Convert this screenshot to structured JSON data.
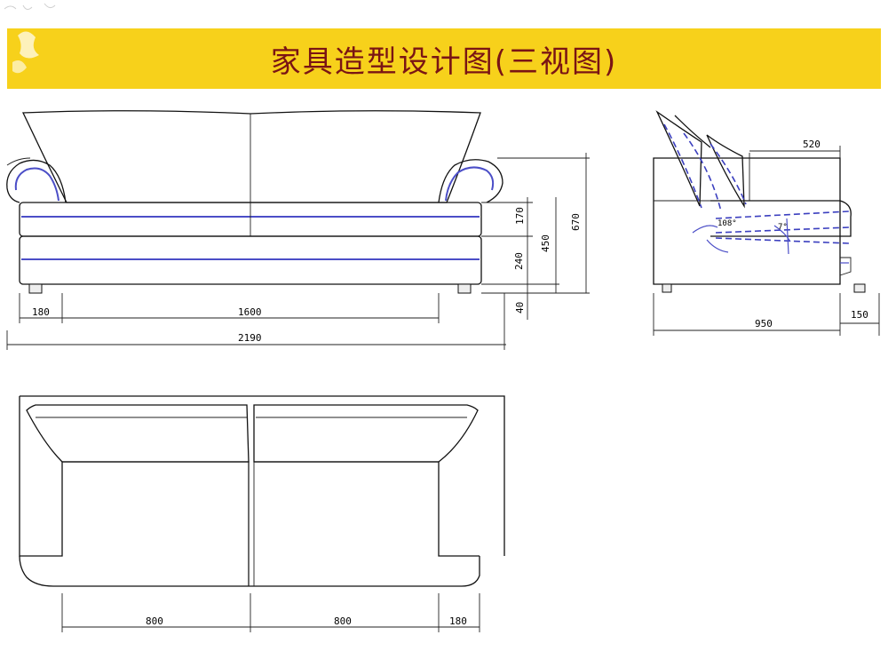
{
  "title": "家具造型设计图(三视图)",
  "colors": {
    "banner": "#f7d11b",
    "title": "#7a1414",
    "accent_line": "#4b4ec7"
  },
  "front_view": {
    "dims": {
      "arm_width": "180",
      "seat_width": "1600",
      "total_width": "2190",
      "cushion_height": "170",
      "base_height": "240",
      "seat_height": "450",
      "total_height": "670",
      "leg_height": "40"
    }
  },
  "side_view": {
    "dims": {
      "seat_depth": "520",
      "total_depth": "950",
      "front_offset": "150",
      "angle_a": "108°",
      "angle_b": "7°"
    }
  },
  "top_view": {
    "dims": {
      "seat_left": "800",
      "seat_right": "800",
      "arm": "180"
    }
  }
}
